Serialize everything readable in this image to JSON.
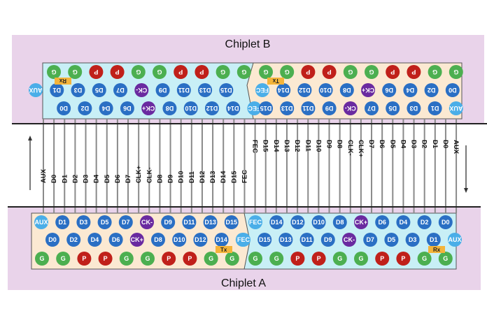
{
  "chiplet_b": {
    "title": "Chiplet B",
    "tx_tag": "Tx",
    "rx_tag": "Rx",
    "left_half": {
      "row_far": [
        "G",
        "G",
        "P",
        "P",
        "G",
        "G",
        "P",
        "P",
        "G",
        "G"
      ],
      "row_mid": [
        "AUX",
        "D1",
        "D3",
        "D5",
        "D7",
        "CK-",
        "D9",
        "D11",
        "D13",
        "D15"
      ],
      "row_near": [
        "D0",
        "D2",
        "D4",
        "D6",
        "CK+",
        "D8",
        "D10",
        "D12",
        "D14",
        "FEC"
      ]
    },
    "right_half": {
      "row_far": [
        "G",
        "G",
        "P",
        "P",
        "G",
        "G",
        "P",
        "P",
        "G",
        "G"
      ],
      "row_mid": [
        "FEC",
        "D14",
        "D12",
        "D10",
        "D8",
        "CK+",
        "D6",
        "D4",
        "D2",
        "D0"
      ],
      "row_near": [
        "D15",
        "D13",
        "D11",
        "D9",
        "CK-",
        "D7",
        "D5",
        "D3",
        "D1",
        "AUX"
      ]
    }
  },
  "chiplet_a": {
    "title": "Chiplet A",
    "tx_tag": "Tx",
    "rx_tag": "Rx",
    "left_half": {
      "row_near": [
        "AUX",
        "D1",
        "D3",
        "D5",
        "D7",
        "CK-",
        "D9",
        "D11",
        "D13",
        "D15"
      ],
      "row_mid": [
        "D0",
        "D2",
        "D4",
        "D6",
        "CK+",
        "D8",
        "D10",
        "D12",
        "D14",
        "FEC"
      ],
      "row_far": [
        "G",
        "G",
        "P",
        "P",
        "G",
        "G",
        "P",
        "P",
        "G",
        "G"
      ]
    },
    "right_half": {
      "row_near": [
        "FEC",
        "D14",
        "D12",
        "D10",
        "D8",
        "CK+",
        "D6",
        "D4",
        "D2",
        "D0"
      ],
      "row_mid": [
        "FEC",
        "D15",
        "D13",
        "D11",
        "D9",
        "CK-",
        "D7",
        "D5",
        "D3",
        "D1",
        "AUX"
      ],
      "row_far": [
        "G",
        "G",
        "P",
        "P",
        "G",
        "G",
        "P",
        "P",
        "G",
        "G"
      ]
    }
  },
  "traces": {
    "left_labels": [
      "AUX",
      "D0",
      "D1",
      "D2",
      "D3",
      "D4",
      "D5",
      "D6",
      "D7",
      "CLK+",
      "CLK-",
      "D8",
      "D9",
      "D10",
      "D11",
      "D12",
      "D13",
      "D14",
      "D15",
      "FEC"
    ],
    "right_labels": [
      "FEC",
      "D15",
      "D14",
      "D13",
      "D12",
      "D11",
      "D10",
      "D9",
      "D8",
      "CLK-",
      "CLK+",
      "D7",
      "D6",
      "D5",
      "D4",
      "D3",
      "D2",
      "D1",
      "D0",
      "AUX"
    ],
    "left_direction": "up",
    "right_direction": "down"
  },
  "legend_colors": {
    "ground": "#4caf50",
    "power": "#c0201a",
    "data": "#2a6fc4",
    "clock": "#6a2aa0",
    "aux_fec": "#4aaee8",
    "tag": "#f4b43a",
    "panel": "#e9d3ea",
    "half_blue": "#c8eff6",
    "half_beige": "#fbe9d2",
    "trace": "#8a8a8a"
  }
}
